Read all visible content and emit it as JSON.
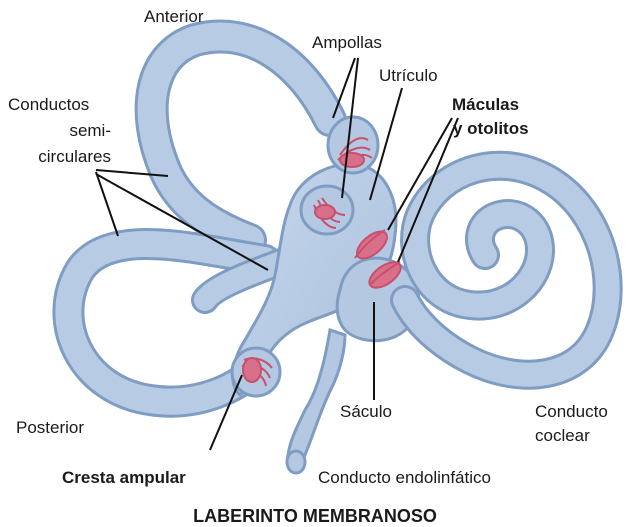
{
  "labels": {
    "anterior": "Anterior",
    "ampollas": "Ampollas",
    "utriculo": "Utrículo",
    "maculas_line1": "Máculas",
    "maculas_line2": "y otolitos",
    "conductos_line1": "Conductos",
    "conductos_line2": "semi-",
    "conductos_line3": "circulares",
    "posterior": "Posterior",
    "cresta": "Cresta ampular",
    "saculo": "Sáculo",
    "conducto_endo": "Conducto endolinfático",
    "conducto_coclear_line1": "Conducto",
    "conducto_coclear_line2": "coclear",
    "title": "LABERINTO MEMBRANOSO"
  },
  "colors": {
    "membrane_fill": "#b4c8e2",
    "membrane_stroke": "#7f9cc2",
    "sensory": "#c8506e",
    "leader": "#111111"
  }
}
